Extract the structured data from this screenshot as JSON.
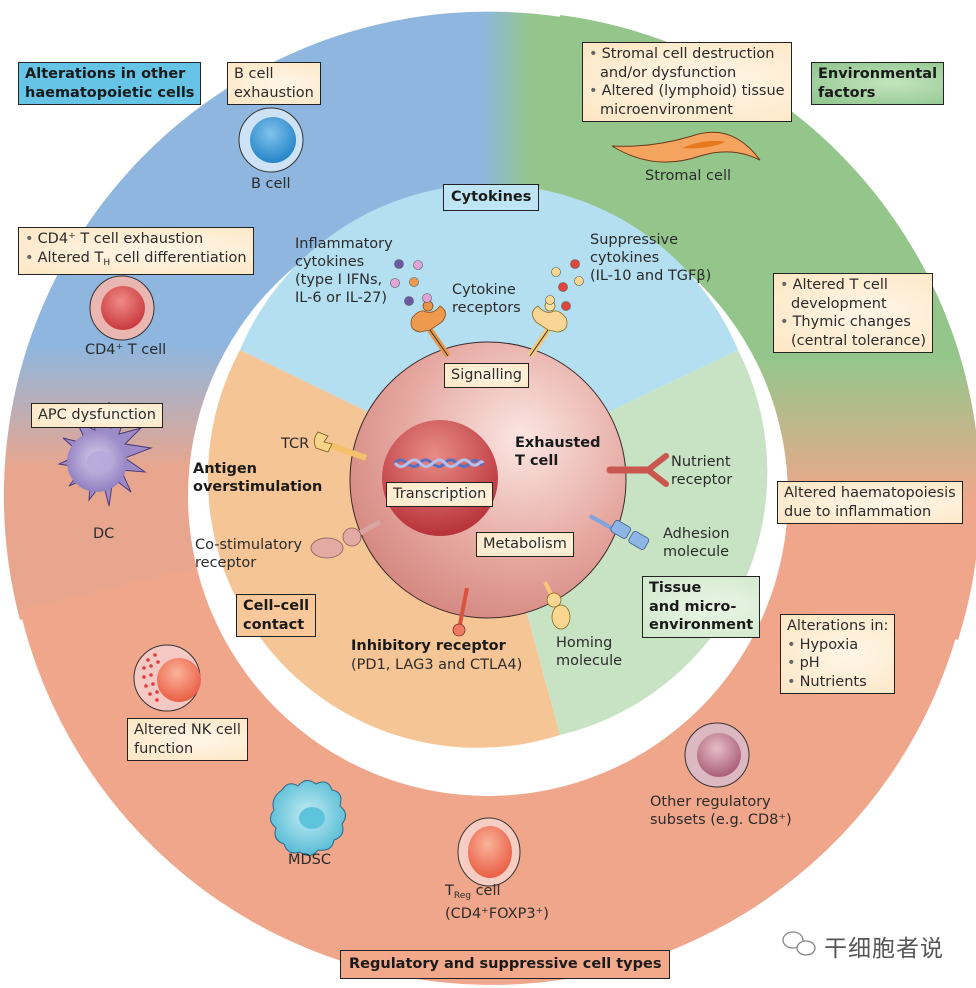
{
  "outer_ring": {
    "haematopoietic": {
      "title": "Alterations in other haematopoietic cells",
      "title_lines": [
        "Alterations in other",
        "haematopoietic cells"
      ],
      "b_cell_box": [
        "B cell",
        "exhaustion"
      ],
      "b_cell_label": "B cell",
      "cd4_box": [
        "CD4⁺ T cell exhaustion",
        "Altered T",
        "H",
        " cell differentiation"
      ],
      "cd4_label": "CD4⁺ T cell",
      "apc_box": "APC dysfunction",
      "dc_label": "DC",
      "nk_box": [
        "Altered NK cell",
        "function"
      ]
    },
    "environmental": {
      "title_lines": [
        "Environmental",
        "factors"
      ],
      "stromal_box": [
        "Stromal cell destruction",
        "and/or dysfunction",
        "Altered (lymphoid) tissue",
        "microenvironment"
      ],
      "stromal_label": "Stromal cell",
      "tcell_dev_box": [
        "Altered T cell",
        "development",
        "Thymic changes",
        "(central tolerance)"
      ],
      "haematopoiesis_box": [
        "Altered haematopoiesis",
        "due to inflammation"
      ],
      "alterations_box": [
        "Alterations in:",
        "Hypoxia",
        "pH",
        "Nutrients"
      ]
    },
    "regulatory": {
      "title": "Regulatory and suppressive cell types",
      "mdsc_label": "MDSC",
      "treg_label": [
        "T",
        "Reg",
        " cell",
        "(CD4⁺FOXP3⁺)"
      ],
      "other_label": [
        "Other regulatory",
        "subsets (e.g. CD8⁺)"
      ]
    }
  },
  "inner_circle": {
    "cytokines_title": "Cytokines",
    "inflammatory": [
      "Inflammatory",
      "cytokines",
      "(type I IFNs,",
      "IL-6 or IL-27)"
    ],
    "receptors": [
      "Cytokine",
      "receptors"
    ],
    "suppressive": [
      "Suppressive",
      "cytokines",
      "(IL-10 and TGFβ)"
    ],
    "signalling": "Signalling",
    "antigen": [
      "Antigen",
      "overstimulation"
    ],
    "tcr": "TCR",
    "costim": [
      "Co-stimulatory",
      "receptor"
    ],
    "cell_contact": [
      "Cell–cell",
      "contact"
    ],
    "inhibitory_title": "Inhibitory receptor",
    "inhibitory_sub": "(PD1, LAG3 and CTLA4)",
    "homing": [
      "Homing",
      "molecule"
    ],
    "adhesion": [
      "Adhesion",
      "molecule"
    ],
    "nutrient": [
      "Nutrient",
      "receptor"
    ],
    "tissue": [
      "Tissue",
      "and micro-",
      "environment"
    ],
    "exhausted": [
      "Exhausted",
      "T cell"
    ],
    "transcription": "Transcription",
    "metabolism": "Metabolism"
  },
  "watermark": "干细胞者说",
  "colors": {
    "blue_ring": "#8fb6de",
    "green_ring": "#94c68c",
    "salmon_ring": "#f0a68a",
    "cytokine_zone": "#b3dff0",
    "antigen_zone": "#f6c596",
    "tissue_zone": "#c7e3c3",
    "t_cell": "#e8a6a0",
    "nucleus": "#c9474b"
  }
}
